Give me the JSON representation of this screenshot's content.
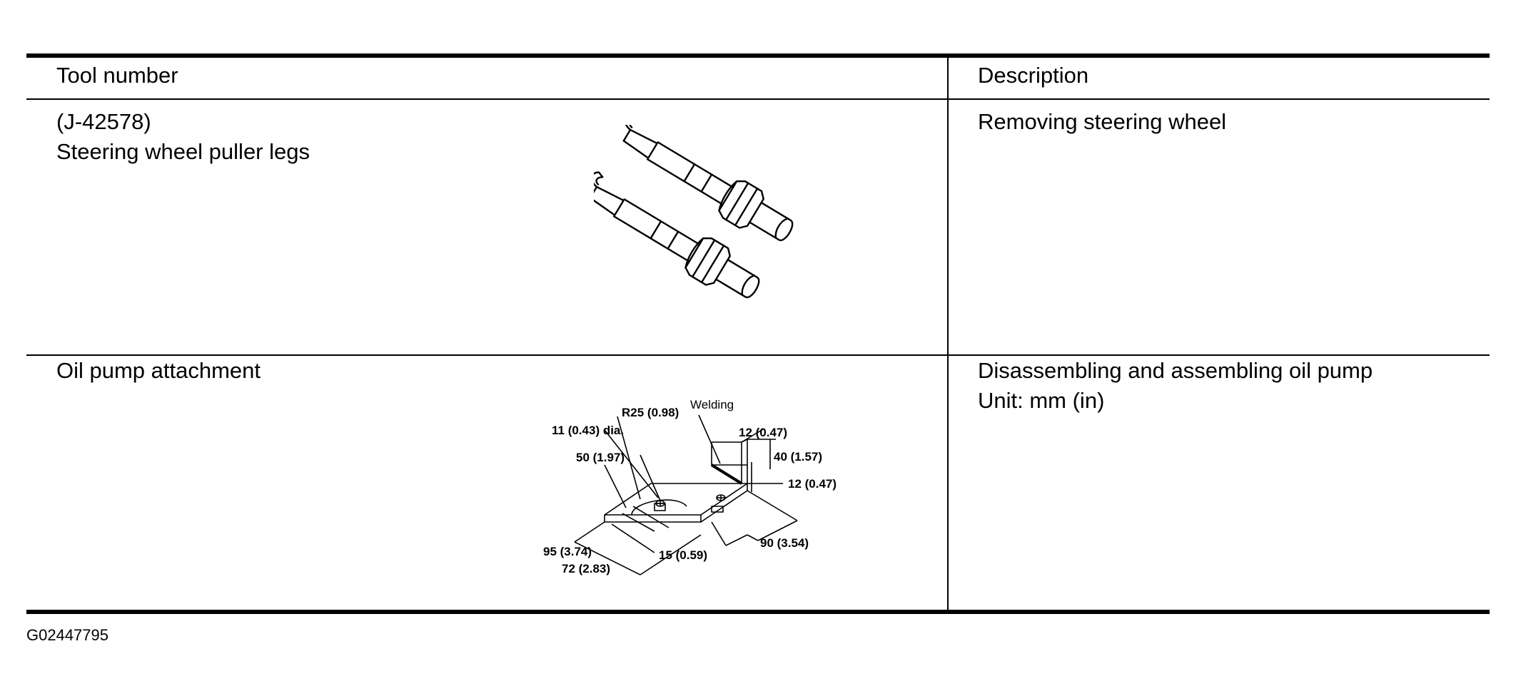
{
  "table": {
    "header": {
      "tool_number": "Tool number",
      "description": "Description"
    },
    "rows": [
      {
        "tool_line1": "(J-42578)",
        "tool_line2": "Steering wheel puller legs",
        "description_line1": "Removing steering wheel",
        "description_line2": "",
        "figure_labels": []
      },
      {
        "tool_line1": "Oil pump attachment",
        "tool_line2": "",
        "description_line1": "Disassembling and assembling oil pump",
        "description_line2": "Unit: mm (in)",
        "figure_labels": [
          "R25 (0.98)",
          "Welding",
          "11 (0.43) dia.",
          "12 (0.47)",
          "50 (1.97)",
          "40 (1.57)",
          "12 (0.47)",
          "95 (3.74)",
          "72 (2.83)",
          "15 (0.59)",
          "90 (3.54)"
        ]
      }
    ]
  },
  "footer": {
    "figure_id": "G02447795"
  }
}
